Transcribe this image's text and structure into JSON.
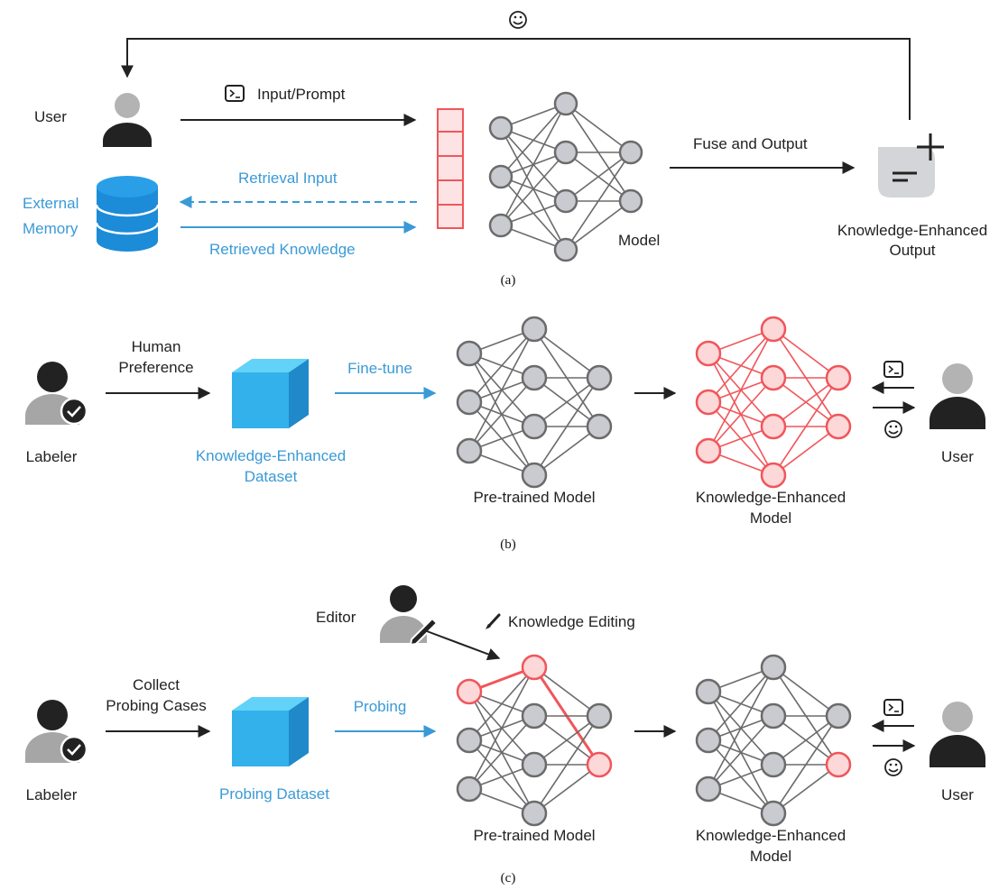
{
  "panel_a": {
    "caption": "(a)",
    "user_label": "User",
    "input_label": "Input/Prompt",
    "external_memory_line1": "External",
    "external_memory_line2": "Memory",
    "retrieval_input": "Retrieval Input",
    "retrieved_knowledge": "Retrieved Knowledge",
    "model_label": "Model",
    "fuse_label": "Fuse and Output",
    "output_line1": "Knowledge-Enhanced",
    "output_line2": "Output"
  },
  "panel_b": {
    "caption": "(b)",
    "human_pref_line1": "Human",
    "human_pref_line2": "Preference",
    "labeler": "Labeler",
    "dataset_line1": "Knowledge-Enhanced",
    "dataset_line2": "Dataset",
    "finetune": "Fine-tune",
    "pretrained": "Pre-trained Model",
    "ke_model_line1": "Knowledge-Enhanced",
    "ke_model_line2": "Model",
    "user": "User"
  },
  "panel_c": {
    "caption": "(c)",
    "editor": "Editor",
    "knowledge_editing": "Knowledge Editing",
    "collect_line1": "Collect",
    "collect_line2": "Probing Cases",
    "labeler": "Labeler",
    "probing_dataset": "Probing Dataset",
    "probing": "Probing",
    "pretrained": "Pre-trained Model",
    "ke_model_line1": "Knowledge-Enhanced",
    "ke_model_line2": "Model",
    "user": "User"
  },
  "colors": {
    "accent_blue": "#3a9ad6",
    "highlight_red": "#f0565b",
    "node_gray": "#c9cbd0",
    "dark": "#222222"
  }
}
